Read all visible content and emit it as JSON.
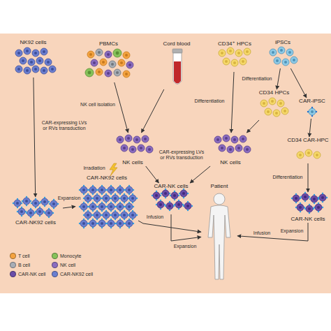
{
  "diagram": {
    "nodes": [
      {
        "text": [
          "NK92 cells"
        ]
      },
      {
        "text": [
          "PBMCs"
        ]
      },
      {
        "text": [
          "Cord blood"
        ]
      },
      {
        "text": [
          "CD34⁺ HPCs"
        ]
      },
      {
        "text": [
          "iPSCs"
        ]
      },
      {
        "text": [
          "CD34 HPCs"
        ]
      },
      {
        "text": [
          "CAR-iPSC"
        ]
      },
      {
        "text": [
          "NK cells"
        ]
      },
      {
        "text": [
          "NK cells"
        ]
      },
      {
        "text": [
          "CD34 CAR-HPC"
        ]
      },
      {
        "text": [
          "CAR-NK cells"
        ]
      },
      {
        "text": [
          "CAR-NK92 cells"
        ]
      },
      {
        "text": [
          "CAR-NK92 cells"
        ]
      },
      {
        "text": [
          "Patient"
        ]
      },
      {
        "text": [
          "CAR-NK cells"
        ]
      }
    ],
    "edges": [
      {
        "from": 0,
        "to": 11,
        "label": "CAR-expressing LVs or RVs transduction",
        "arrow": "to"
      },
      {
        "from": 1,
        "to": 7,
        "label": "NK cell isolation",
        "arrow": "to"
      },
      {
        "from": 2,
        "to": 7,
        "arrow": "to"
      },
      {
        "from": 3,
        "to": 8,
        "label": "Differentiation",
        "arrow": "to"
      },
      {
        "from": 4,
        "to": 5,
        "label": "Differentiation",
        "arrow": "to"
      },
      {
        "from": 4,
        "to": 6,
        "arrow": "to"
      },
      {
        "from": 5,
        "to": 8,
        "arrow": "to"
      },
      {
        "from": 6,
        "to": 9,
        "arrow": "to"
      },
      {
        "from": 7,
        "to": 10,
        "arrow": "to"
      },
      {
        "from": 8,
        "to": 10,
        "label": "CAR-expressing LVs or RVs transduction",
        "arrow": "to"
      },
      {
        "from": 9,
        "to": 14,
        "label": "Differentiation",
        "arrow": "to"
      },
      {
        "from": 11,
        "to": 12,
        "label": "Expansion",
        "arrow": "to"
      },
      {
        "from": 12,
        "to": 13,
        "label": "Infusion",
        "arrow": "to"
      },
      {
        "from": 10,
        "to": 13,
        "label": "Expansion",
        "arrow": "to"
      },
      {
        "from": 14,
        "to": 13,
        "label": "Infusion",
        "arrow": "to"
      }
    ],
    "labels": [
      "Irradiation",
      "Expansion"
    ],
    "legend": [
      {
        "text": "T cell",
        "color": "#f4a340"
      },
      {
        "text": "Monocyte",
        "color": "#86c25a"
      },
      {
        "text": "B cell",
        "color": "#a7adb5"
      },
      {
        "text": "NK cell",
        "color": "#8a6cc0"
      },
      {
        "text": "CAR-NK cell",
        "color": "#6a4ca8"
      },
      {
        "text": "CAR-NK92 cell",
        "color": "#6b7fd0"
      }
    ]
  }
}
